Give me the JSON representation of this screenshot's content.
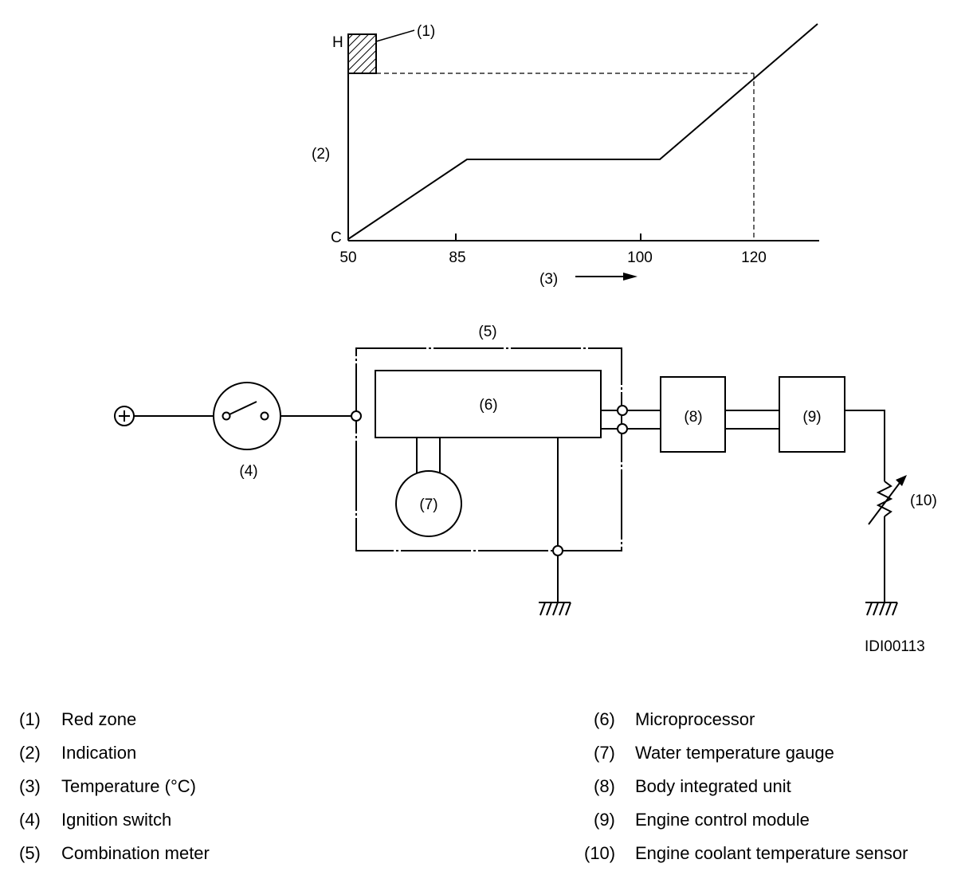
{
  "chart": {
    "x_ticks": [
      "50",
      "85",
      "100",
      "120"
    ],
    "y_top_label": "H",
    "y_bottom_label": "C",
    "y_axis_label": "(2)",
    "x_axis_label": "(3)",
    "red_zone_label": "(1)"
  },
  "circuit": {
    "combination_meter": "(5)",
    "microprocessor": "(6)",
    "gauge": "(7)",
    "body_unit": "(8)",
    "ecm": "(9)",
    "sensor": "(10)",
    "ignition_switch": "(4)",
    "battery_symbol": "+"
  },
  "figure_id": "IDI00113",
  "legend_left": [
    {
      "num": "(1)",
      "text": "Red zone"
    },
    {
      "num": "(2)",
      "text": "Indication"
    },
    {
      "num": "(3)",
      "text": "Temperature (°C)"
    },
    {
      "num": "(4)",
      "text": "Ignition switch"
    },
    {
      "num": "(5)",
      "text": "Combination meter"
    }
  ],
  "legend_right": [
    {
      "num": "(6)",
      "text": "Microprocessor"
    },
    {
      "num": "(7)",
      "text": "Water temperature gauge"
    },
    {
      "num": "(8)",
      "text": "Body integrated unit"
    },
    {
      "num": "(9)",
      "text": "Engine control module"
    },
    {
      "num": "(10)",
      "text": "Engine coolant temperature sensor"
    }
  ]
}
